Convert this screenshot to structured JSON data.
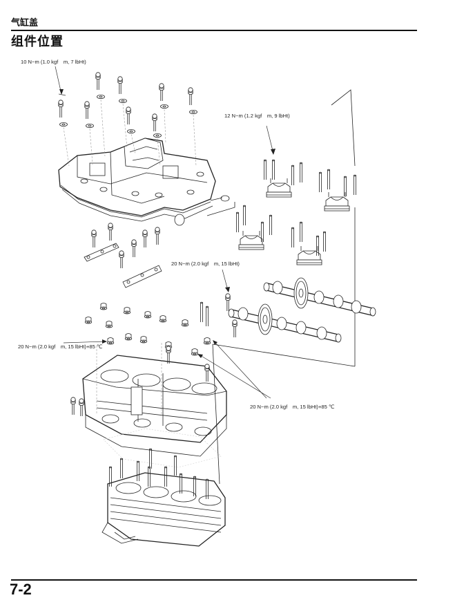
{
  "header": {
    "chapter_title": "气缸盖",
    "section_title": "组件位置"
  },
  "torque_labels": {
    "t1": "10 N−m (1.0 kgf　m, 7 lbHt)",
    "t2": "12 N−m (1.2 kgf　m, 9 lbHt)",
    "t3": "20 N−m (2.0 kgf　m, 15 lbHt)",
    "t4": "20 N−m (2.0 kgf　m, 15 lbHt)+85 ℃",
    "t5": "20 N−m (2.0 kgf　m, 15 lbHt)+85 ℃"
  },
  "footer": {
    "page_number": "7-2"
  }
}
